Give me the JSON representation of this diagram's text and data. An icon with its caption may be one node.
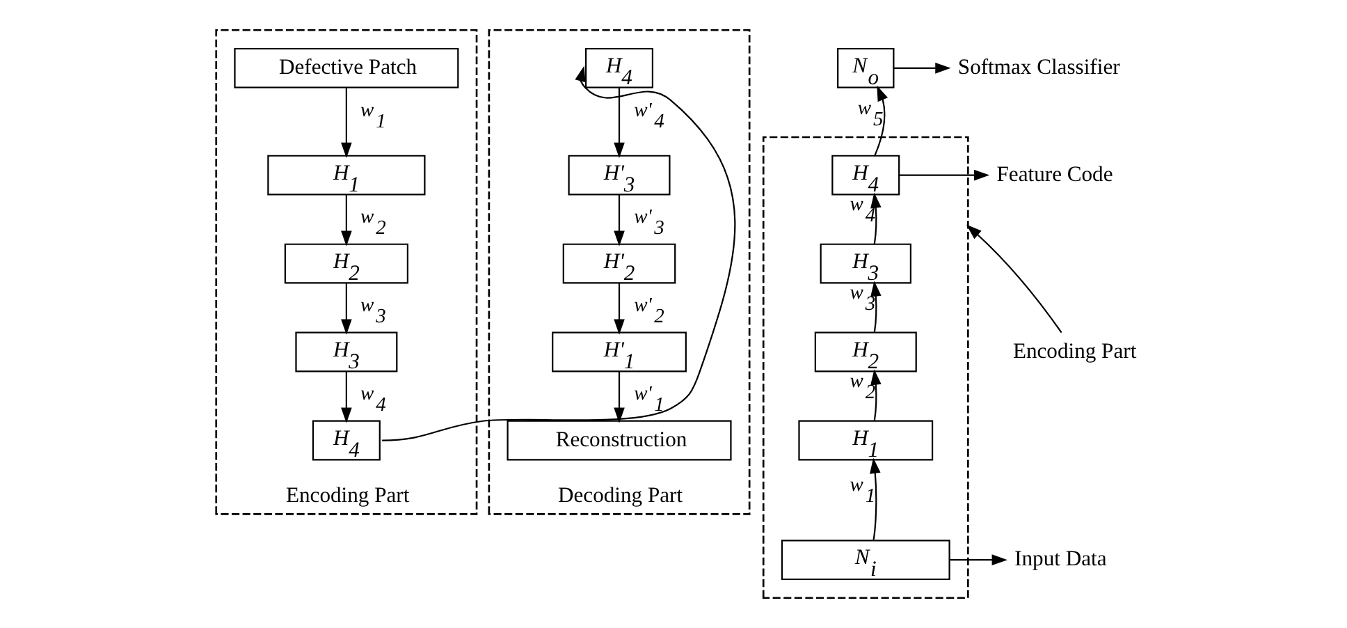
{
  "diagram": {
    "nodes": [
      {
        "text": [
          "Encoding Part"
        ]
      },
      {
        "text": [
          "Defective Patch"
        ],
        "in": 0
      },
      {
        "text": [
          "H$_{1}$"
        ],
        "in": 0
      },
      {
        "text": [
          "H$_{2}$"
        ],
        "in": 0
      },
      {
        "text": [
          "H$_{3}$"
        ],
        "in": 0
      },
      {
        "text": [
          "H$_{4}$"
        ],
        "in": 0
      },
      {
        "text": [
          "Decoding Part"
        ]
      },
      {
        "text": [
          "H$_{4}$"
        ],
        "in": 6
      },
      {
        "text": [
          "H'$_{3}$"
        ],
        "in": 6
      },
      {
        "text": [
          "H'$_{2}$"
        ],
        "in": 6
      },
      {
        "text": [
          "H'$_{1}$"
        ],
        "in": 6
      },
      {
        "text": [
          "Reconstruction"
        ],
        "in": 6
      },
      {
        "text": [
          "N$_{o}$"
        ]
      },
      {
        "text": [
          "Softmax Classifier"
        ]
      },
      {
        "text": [],
        "shape": "box"
      },
      {
        "text": [
          "H$_{4}$"
        ],
        "in": 14
      },
      {
        "text": [
          "Feature Code"
        ]
      },
      {
        "text": [
          "H$_{3}$"
        ],
        "in": 14
      },
      {
        "text": [
          "H$_{2}$"
        ],
        "in": 14
      },
      {
        "text": [
          "H$_{1}$"
        ],
        "in": 14
      },
      {
        "text": [
          "N$_{i}$"
        ],
        "in": 14
      },
      {
        "text": [
          "Input Data"
        ]
      },
      {
        "text": [
          "Encoding Part"
        ]
      }
    ],
    "edges": [
      {
        "from": 1,
        "to": 2,
        "arrow": "to",
        "label": "w$_{1}$"
      },
      {
        "from": 2,
        "to": 3,
        "arrow": "to",
        "label": "w$_{2}$"
      },
      {
        "from": 3,
        "to": 4,
        "arrow": "to",
        "label": "w$_{3}$"
      },
      {
        "from": 4,
        "to": 5,
        "arrow": "to",
        "label": "w$_{4}$"
      },
      {
        "from": 5,
        "to": 7,
        "arrow": "to"
      },
      {
        "from": 7,
        "to": 8,
        "arrow": "to",
        "label": "w'$_{4}$"
      },
      {
        "from": 8,
        "to": 9,
        "arrow": "to",
        "label": "w'$_{3}$"
      },
      {
        "from": 9,
        "to": 10,
        "arrow": "to",
        "label": "w'$_{2}$"
      },
      {
        "from": 10,
        "to": 11,
        "arrow": "to",
        "label": "w'$_{1}$"
      },
      {
        "from": 20,
        "to": 19,
        "arrow": "to",
        "label": "w$_{1}$"
      },
      {
        "from": 19,
        "to": 18,
        "arrow": "to",
        "label": "w$_{2}$"
      },
      {
        "from": 18,
        "to": 17,
        "arrow": "to",
        "label": "w$_{3}$"
      },
      {
        "from": 17,
        "to": 15,
        "arrow": "to",
        "label": "w$_{4}$"
      },
      {
        "from": 15,
        "to": 12,
        "arrow": "to",
        "label": "w$_{5}$"
      },
      {
        "from": 12,
        "to": 13,
        "arrow": "to"
      },
      {
        "from": 15,
        "to": 16,
        "arrow": "to"
      },
      {
        "from": 20,
        "to": 21,
        "arrow": "to"
      },
      {
        "from": 22,
        "to": 14,
        "arrow": "to"
      }
    ]
  }
}
